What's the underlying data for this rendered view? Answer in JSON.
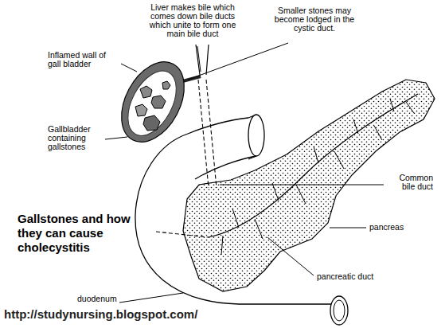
{
  "diagram": {
    "title": "Gallstones and how they can cause cholecystitis",
    "labels": [
      "Liver makes bile which comes down bile ducts which unite to form one main bile duct",
      "Smaller stones may become lodged in the cystic duct.",
      "Inflamed wall of gall bladder",
      "Gallbladder containing gallstones",
      "Common bile duct",
      "pancreas",
      "pancreatic duct",
      "duodenum",
      "http://studynursing.blogspot.com/"
    ]
  }
}
